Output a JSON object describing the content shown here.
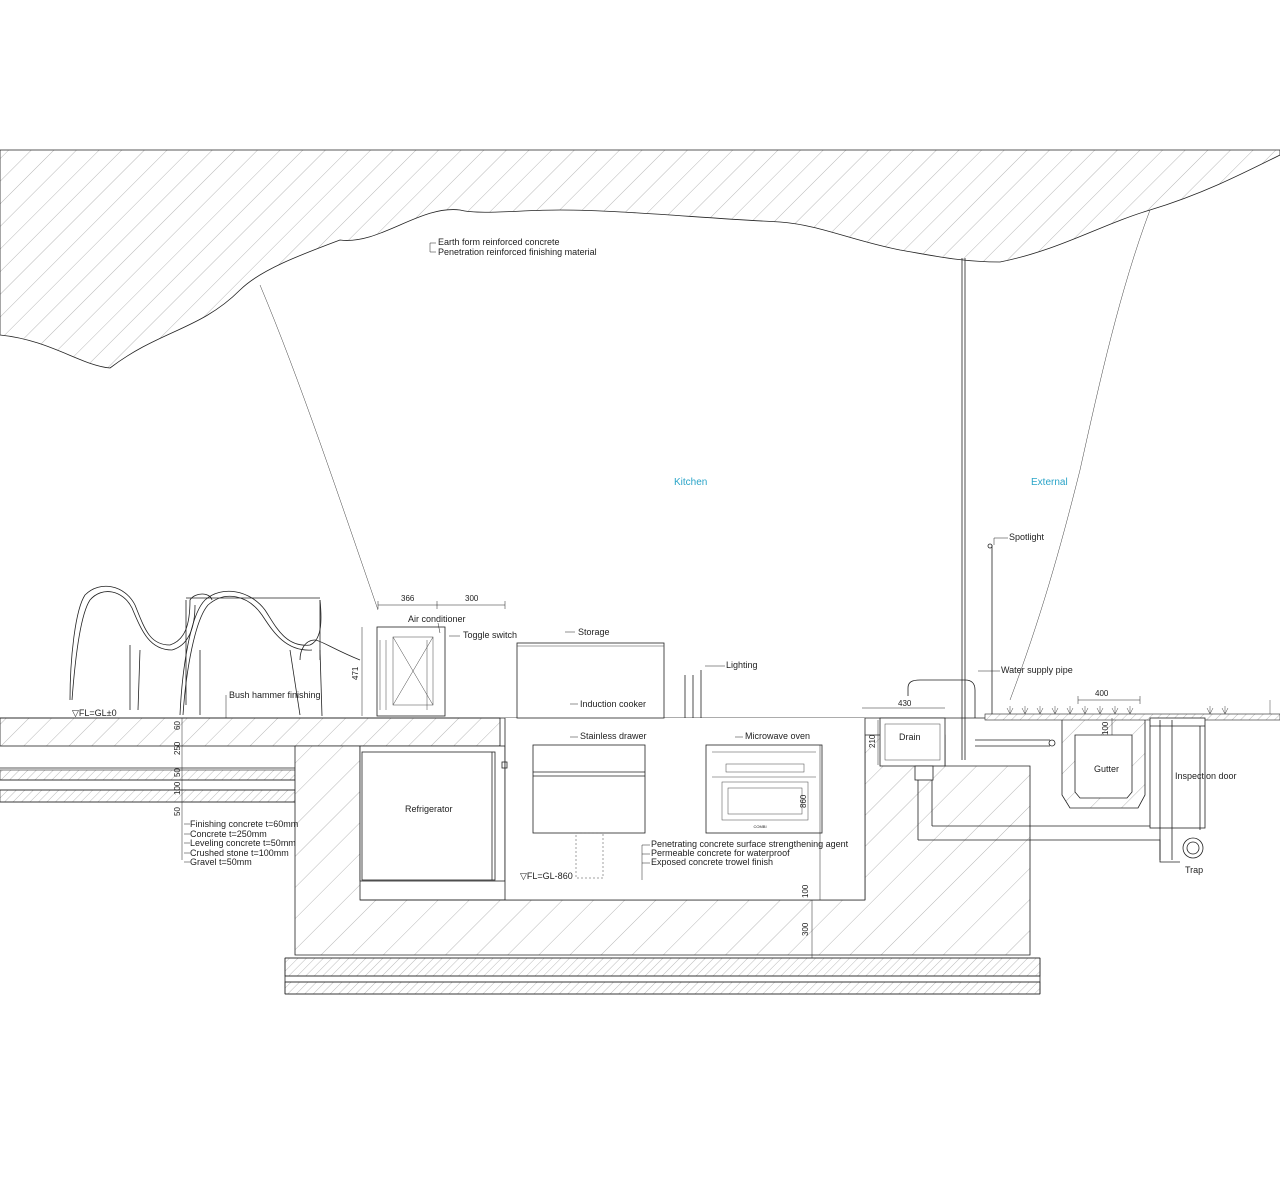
{
  "rooms": {
    "kitchen": "Kitchen",
    "external": "External"
  },
  "labels": {
    "roof_1": "Earth form reinforced concrete",
    "roof_2": "Penetration reinforced finishing material",
    "air_conditioner": "Air conditioner",
    "toggle_switch": "Toggle switch",
    "storage": "Storage",
    "lighting": "Lighting",
    "spotlight": "Spotlight",
    "water_supply_pipe": "Water supply pipe",
    "bush_hammer": "Bush hammer finishing",
    "induction_cooker": "Induction cooker",
    "stainless_drawer": "Stainless drawer",
    "microwave_oven": "Microwave oven",
    "drain": "Drain",
    "gutter": "Gutter",
    "inspection_door": "Inspection door",
    "trap": "Trap",
    "refrigerator": "Refrigerator",
    "fl_gl_0": "▽FL=GL±0",
    "fl_gl_860": "▽FL=GL-860",
    "floor_layers": [
      "Finishing concrete t=60mm",
      "Concrete t=250mm",
      "Leveling concrete t=50mm",
      "Crushed stone t=100mm",
      "Gravel t=50mm"
    ],
    "pit_notes": [
      "Penetrating concrete surface strengthening agent",
      "Permeable concrete for waterproof",
      "Exposed concrete trowel finish"
    ],
    "oven_brand": "COMBI"
  },
  "dimensions": {
    "d366": "366",
    "d300_top": "300",
    "d471": "471",
    "d400": "400",
    "d430": "430",
    "d210": "210",
    "d860": "860",
    "d100_gutter": "100",
    "d60": "60",
    "d250": "250",
    "d50": "50",
    "d100": "100",
    "d50b": "50",
    "d100_pit": "100",
    "d300_pit": "300"
  }
}
